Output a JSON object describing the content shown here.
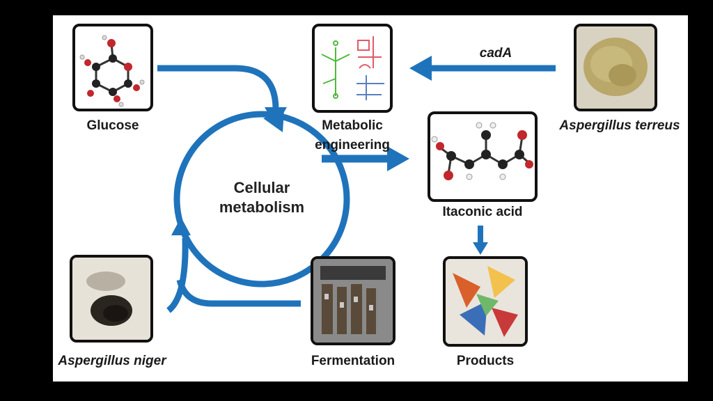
{
  "colors": {
    "arrow": "#1f73bb",
    "box_border": "#111111",
    "background": "#ffffff",
    "frame": "#000000"
  },
  "nodes": {
    "glucose": {
      "label": "Glucose",
      "icon": "glucose-molecule-icon"
    },
    "metabolic_engineering": {
      "label_line1": "Metabolic",
      "label_line2": "engineering",
      "icon": "pathway-diagram-icon"
    },
    "aspergillus_terreus": {
      "label": "Aspergillus  terreus",
      "icon": "fungus-photo-icon"
    },
    "itaconic_acid": {
      "label": "Itaconic acid",
      "icon": "itaconic-acid-molecule-icon"
    },
    "aspergillus_niger": {
      "label": "Aspergillus  niger",
      "icon": "fungus-photo-icon"
    },
    "fermentation": {
      "label": "Fermentation",
      "icon": "fermenter-photo-icon"
    },
    "products": {
      "label": "Products",
      "icon": "products-photo-icon"
    }
  },
  "center": {
    "line1": "Cellular",
    "line2": "metabolism"
  },
  "edges": {
    "cadA": "cadA"
  }
}
